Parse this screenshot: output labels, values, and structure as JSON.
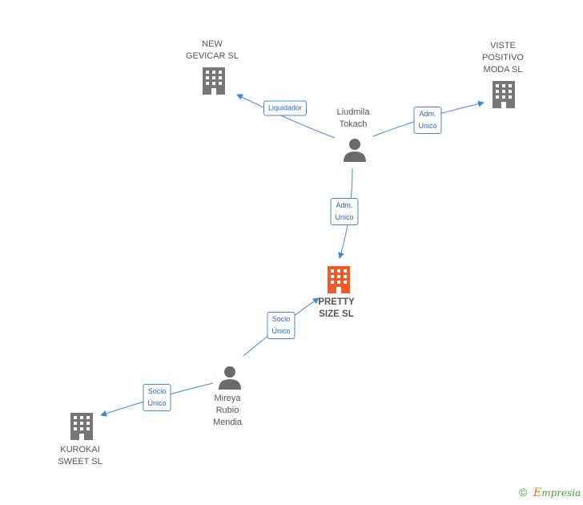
{
  "colors": {
    "edge": "#4a86d8",
    "building": "#777777",
    "building_main": "#f05a28",
    "person": "#6b6b6b",
    "label_text": "#555555"
  },
  "nodes": {
    "new_gevicar": {
      "label": "NEW\nGEVICAR SL",
      "icon": "building-icon"
    },
    "viste_positivo": {
      "label": "VISTE\nPOSITIVO\nMODA SL",
      "icon": "building-icon"
    },
    "liudmila": {
      "label": "Liudmila\nTokach",
      "icon": "person-icon"
    },
    "pretty_size": {
      "label": "PRETTY\nSIZE SL",
      "icon": "building-icon"
    },
    "mireya": {
      "label": "Mireya\nRubio\nMendia",
      "icon": "person-icon"
    },
    "kurokai": {
      "label": "KUROKAI\nSWEET  SL",
      "icon": "building-icon"
    }
  },
  "edges": {
    "liquidador": "Liquidador",
    "adm_viste": "Adm.\nUnico",
    "adm_pretty": "Adm.\nUnico",
    "socio_pretty": "Socio\nÚnico",
    "socio_kurokai": "Socio\nÚnico"
  },
  "footer": {
    "copyright": "©",
    "brand_first": "E",
    "brand_rest": "mpresia"
  }
}
